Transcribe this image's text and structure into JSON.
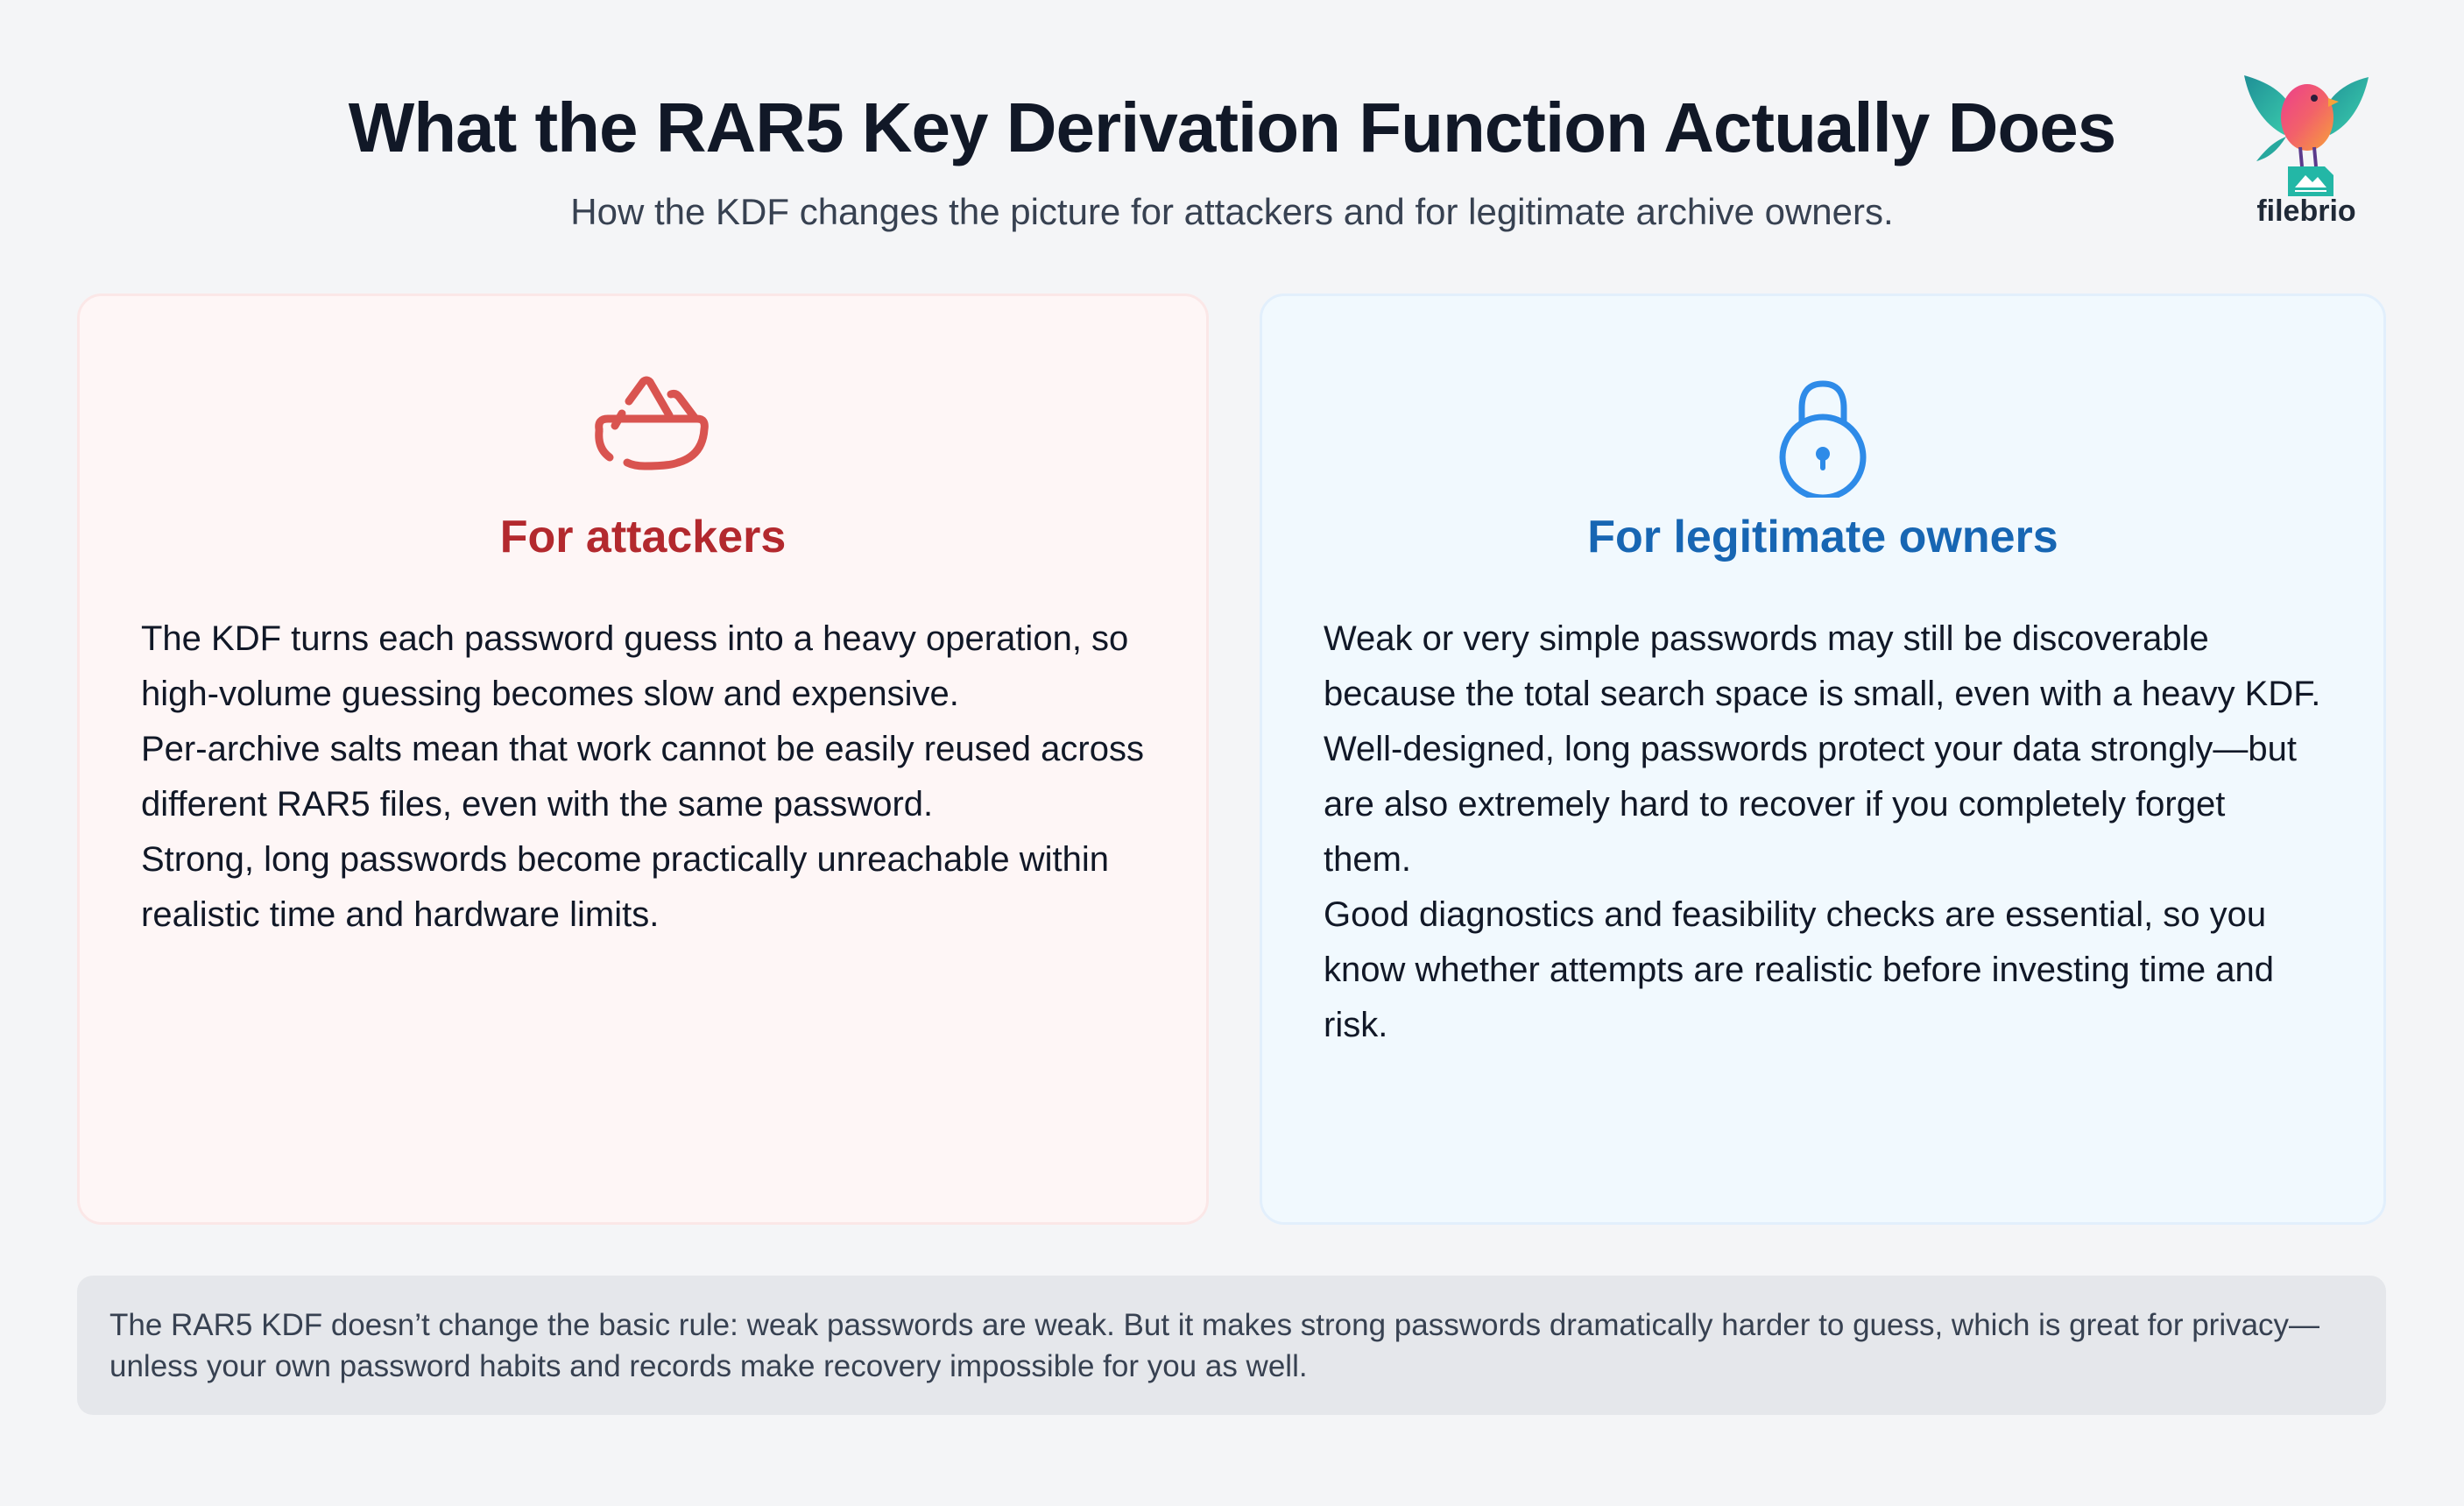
{
  "header": {
    "title": "What the RAR5 Key Derivation Function Actually Does",
    "subtitle": "How the KDF changes the picture for attackers and for legitimate archive owners."
  },
  "logo": {
    "text": "filebrio",
    "icon": "bird-on-image-file-icon"
  },
  "cards": [
    {
      "id": "attackers",
      "icon": "mortar-bowl-icon",
      "title": "For attackers",
      "accent_color": "#b3292e",
      "icon_color": "#d95450",
      "background": "#fef6f6",
      "paragraphs": [
        "The KDF turns each password guess into a heavy operation, so high-volume guessing becomes slow and expensive.",
        "Per-archive salts mean that work cannot be easily reused across different RAR5 files, even with the same password.",
        "Strong, long passwords become practically unreachable within realistic time and hardware limits."
      ]
    },
    {
      "id": "owners",
      "icon": "padlock-icon",
      "title": "For legitimate owners",
      "accent_color": "#1766b3",
      "icon_color": "#2e8be8",
      "background": "#f1f9fe",
      "paragraphs": [
        "Weak or very simple passwords may still be discoverable because the total search space is small, even with a heavy KDF.",
        "Well-designed, long passwords protect your data strongly—but are also extremely hard to recover if you completely forget them.",
        "Good diagnostics and feasibility checks are essential, so you know whether attempts are realistic before investing time and risk."
      ]
    }
  ],
  "footer": {
    "text": "The RAR5 KDF doesn’t change the basic rule: weak passwords are weak. But it makes strong passwords dramatically harder to guess, which is great for privacy—unless your own password habits and records make recovery impossible for you as well."
  }
}
